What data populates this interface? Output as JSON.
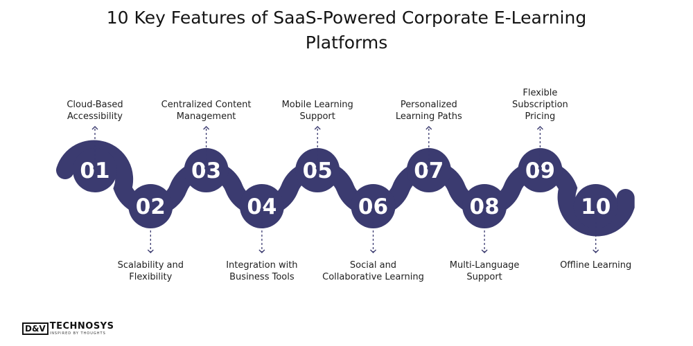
{
  "title_line1": "10 Key Features of SaaS-Powered Corporate E-Learning",
  "title_line2": "Platforms",
  "colors": {
    "ribbon": "#3b3b70",
    "circle_text": "#ffffff",
    "connector": "#3b3b70"
  },
  "steps": [
    {
      "number": "01",
      "line1": "Cloud-Based",
      "line2": "Accessibility",
      "line3": ""
    },
    {
      "number": "02",
      "line1": "Scalability and",
      "line2": "Flexibility",
      "line3": ""
    },
    {
      "number": "03",
      "line1": "Centralized Content",
      "line2": "Management",
      "line3": ""
    },
    {
      "number": "04",
      "line1": "Integration with",
      "line2": "Business Tools",
      "line3": ""
    },
    {
      "number": "05",
      "line1": "Mobile Learning",
      "line2": "Support",
      "line3": ""
    },
    {
      "number": "06",
      "line1": "Social and",
      "line2": "Collaborative Learning",
      "line3": ""
    },
    {
      "number": "07",
      "line1": "Personalized",
      "line2": "Learning Paths",
      "line3": ""
    },
    {
      "number": "08",
      "line1": "Multi-Language",
      "line2": "Support",
      "line3": ""
    },
    {
      "number": "09",
      "line1": "Flexible",
      "line2": "Subscription",
      "line3": "Pricing"
    },
    {
      "number": "10",
      "line1": "Offline Learning",
      "line2": "",
      "line3": ""
    }
  ],
  "logo": {
    "mark": "D&V",
    "name": "TECHNOSYS",
    "tagline": "INSPIRED BY THOUGHTS"
  }
}
